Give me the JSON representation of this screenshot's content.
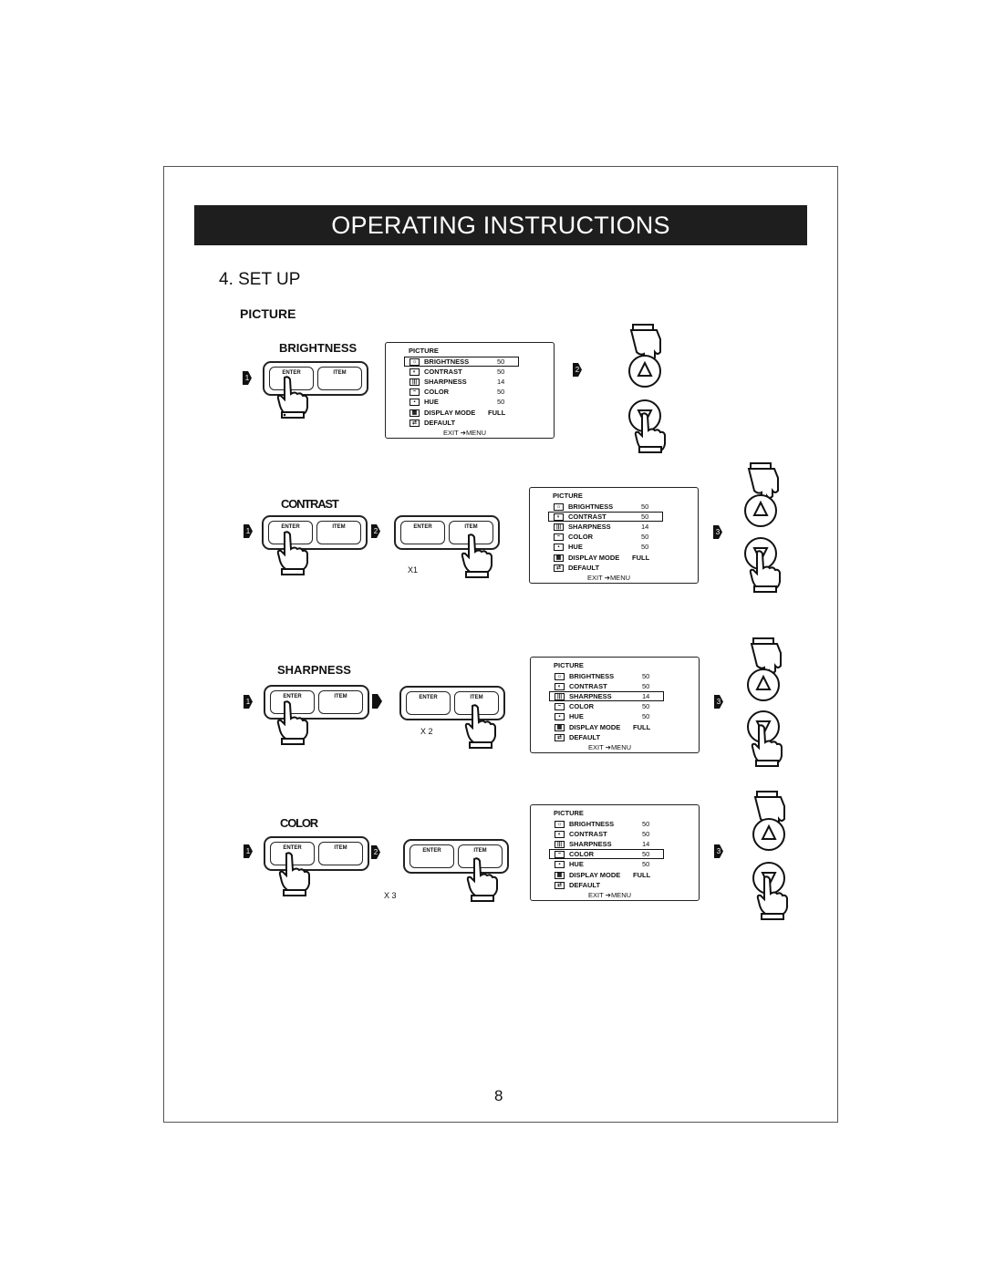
{
  "banner": {
    "title": "OPERATING INSTRUCTIONS"
  },
  "section": {
    "title": "4. SET UP",
    "subsection": "PICTURE"
  },
  "remote": {
    "enter": "ENTER",
    "item": "ITEM"
  },
  "menu": {
    "title": "PICTURE",
    "rows": [
      {
        "label": "BRIGHTNESS",
        "value": "50",
        "icon": "sun-icon"
      },
      {
        "label": "CONTRAST",
        "value": "50",
        "icon": "contrast-icon"
      },
      {
        "label": "SHARPNESS",
        "value": "14",
        "icon": "sharpness-icon"
      },
      {
        "label": "COLOR",
        "value": "50",
        "icon": "color-icon"
      },
      {
        "label": "HUE",
        "value": "50",
        "icon": "hue-icon"
      },
      {
        "label": "DISPLAY MODE",
        "value": "FULL",
        "icon": "display-mode-icon"
      },
      {
        "label": "DEFAULT",
        "value": "",
        "icon": "default-icon"
      }
    ],
    "exit": "EXIT",
    "exit_target": "MENU"
  },
  "steps": [
    {
      "label": "BRIGHTNESS",
      "badge1": "1",
      "badge2": "2",
      "times": ""
    },
    {
      "label": "CONTRAST",
      "badge1": "1",
      "badge2": "2",
      "badge3": "3",
      "times": "X1"
    },
    {
      "label": "SHARPNESS",
      "badge1": "1",
      "badge3": "3",
      "times": "X 2"
    },
    {
      "label": "COLOR",
      "badge1": "1",
      "badge2": "2",
      "badge3": "3",
      "times": "X 3"
    }
  ],
  "page_number": "8"
}
